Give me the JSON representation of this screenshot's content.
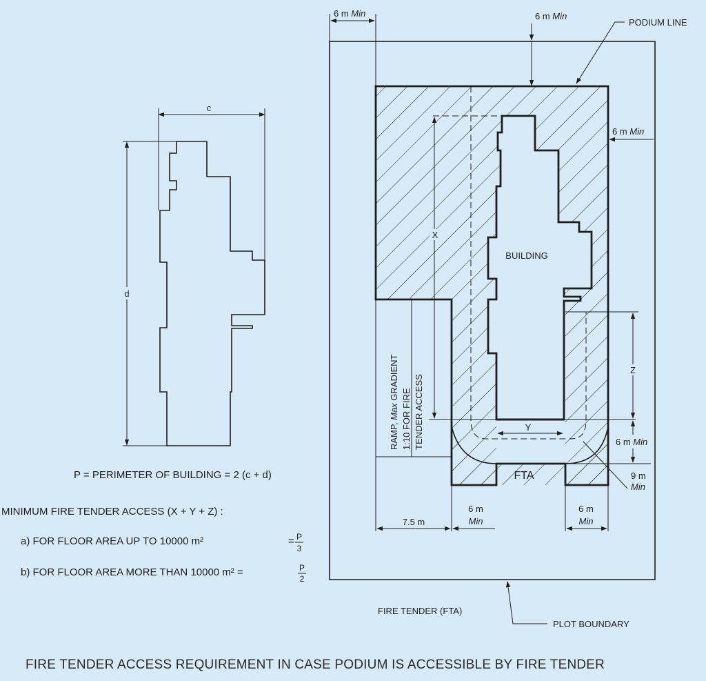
{
  "colors": {
    "background": "#d6ebf7",
    "ink": "#1e1e1e"
  },
  "left_figure": {
    "dim_c": "c",
    "dim_d": "d",
    "perimeter_formula": "P = PERIMETER OF BUILDING = 2 (c + d)",
    "min_access_heading": "MINIMUM FIRE TENDER ACCESS (X + Y + Z) :",
    "rule_a": "a) FOR FLOOR AREA UP TO 10000 m²",
    "rule_a_eq": "=",
    "rule_a_num": "P",
    "rule_a_den": "3",
    "rule_b": "b)  FOR FLOOR AREA MORE THAN 10000 m² =",
    "rule_b_num": "P",
    "rule_b_den": "2"
  },
  "right_figure": {
    "dim_top_left": {
      "value": "6 m",
      "qualifier": "Min"
    },
    "dim_top_center": {
      "value": "6 m",
      "qualifier": "Min"
    },
    "dim_right": {
      "value": "6 m",
      "qualifier": "Min"
    },
    "podium_line": "PODIUM LINE",
    "building": "BUILDING",
    "x_label": "X",
    "y_label": "Y",
    "z_label": "Z",
    "ramp_line1_pre": "RAMP, ",
    "ramp_line1_max": "Max",
    "ramp_line1_post": " GRADIENT",
    "ramp_line2": "1:10  FOR FIRE",
    "ramp_line3": "TENDER  ACCESS",
    "fta": "FTA",
    "dim_6m_right": {
      "value": "6 m",
      "qualifier": "Min"
    },
    "dim_9m": {
      "value": "9 m",
      "qualifier": "Min"
    },
    "dim_7_5m": "7.5 m",
    "dim_bottom_6m_a": {
      "value": "6 m",
      "qualifier": "Min"
    },
    "dim_bottom_6m_b": {
      "value": "6 m",
      "qualifier": "Min"
    },
    "fire_tender": "FIRE TENDER (FTA)",
    "plot_boundary": "PLOT BOUNDARY"
  },
  "caption": "FIRE TENDER ACCESS REQUIREMENT IN CASE PODIUM IS ACCESSIBLE BY FIRE TENDER"
}
